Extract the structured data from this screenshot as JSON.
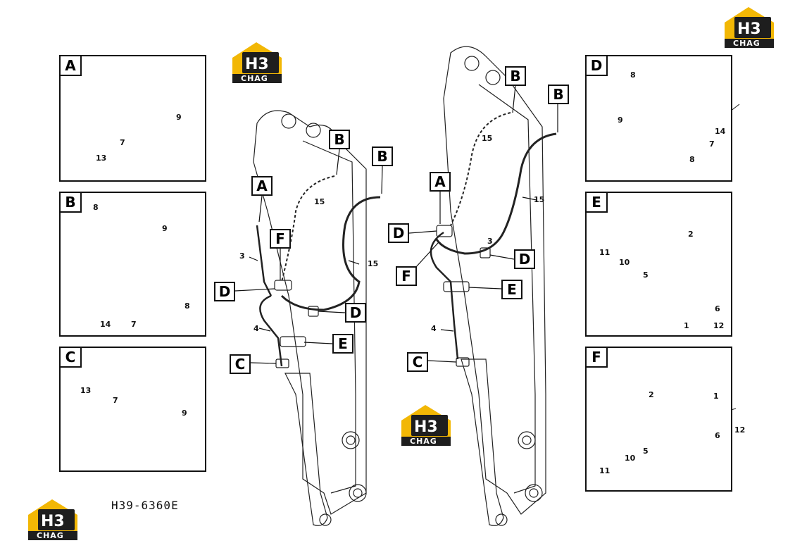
{
  "document_code": "H39-6360E",
  "logo": {
    "glyph": "H3",
    "caption": "CHAG",
    "accent_color": "#f2b705",
    "dark_color": "#1e1e1e"
  },
  "panels": {
    "A": {
      "letter": "A",
      "labels": [
        "9",
        "7",
        "13"
      ]
    },
    "B": {
      "letter": "B",
      "labels": [
        "8",
        "9",
        "8",
        "14",
        "7"
      ]
    },
    "C": {
      "letter": "C",
      "labels": [
        "13",
        "7",
        "9"
      ]
    },
    "D": {
      "letter": "D",
      "labels": [
        "8",
        "9",
        "14",
        "7",
        "8"
      ]
    },
    "E": {
      "letter": "E",
      "labels": [
        "2",
        "11",
        "10",
        "5",
        "6",
        "1",
        "12"
      ]
    },
    "F": {
      "letter": "F",
      "labels": [
        "2",
        "1",
        "6",
        "12",
        "5",
        "10",
        "11"
      ]
    }
  },
  "left_assembly": {
    "callouts": [
      "A",
      "B",
      "B",
      "F",
      "D",
      "D",
      "E",
      "C"
    ],
    "labels": [
      "15",
      "3",
      "15",
      "4"
    ]
  },
  "right_assembly": {
    "callouts": [
      "B",
      "B",
      "A",
      "D",
      "F",
      "D",
      "E",
      "C"
    ],
    "labels": [
      "15",
      "3",
      "15",
      "4"
    ]
  }
}
